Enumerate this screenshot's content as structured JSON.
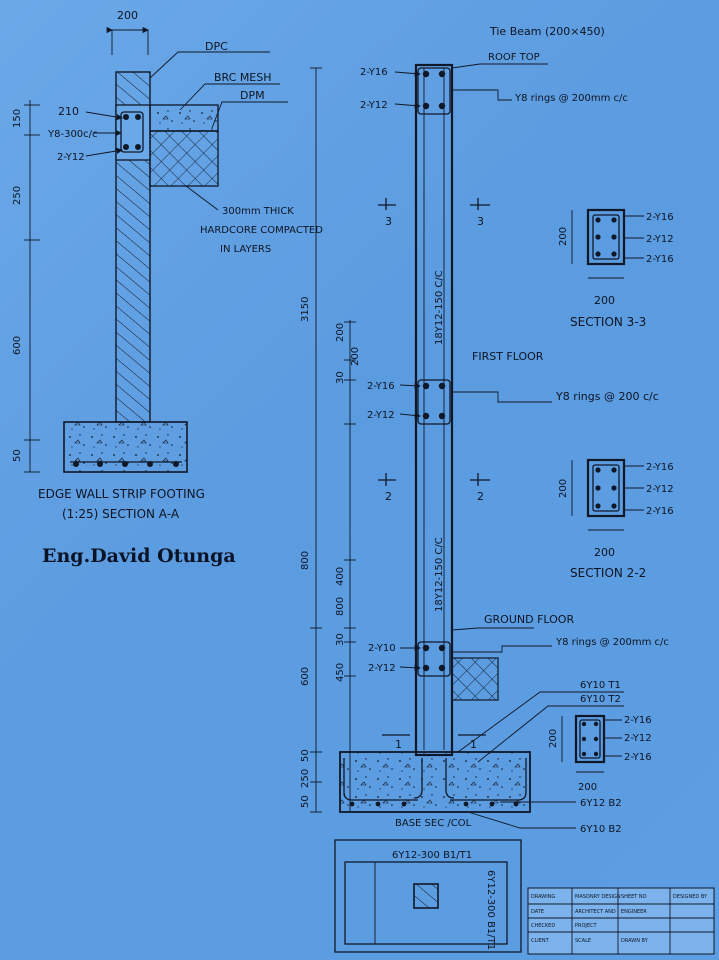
{
  "author": "Eng.David Otunga",
  "wall": {
    "dim_top_width": "200",
    "dpc": "DPC",
    "brc_mesh": "BRC MESH",
    "dpm": "DPM",
    "label_210": "210",
    "rings": "Y8-300c/c",
    "bars": "2-Y12",
    "hardcore_1": "300mm THICK",
    "hardcore_2": "HARDCORE COMPACTED",
    "hardcore_3": "IN LAYERS",
    "dims": [
      "150",
      "250",
      "600",
      "50"
    ],
    "title_1": "EDGE WALL STRIP FOOTING",
    "title_2": "(1:25) SECTION A-A"
  },
  "column": {
    "tie_beam": "Tie Beam (200×450)",
    "roof_top": "ROOF TOP",
    "roof_bar_top": "2-Y16",
    "roof_bar_bot": "2-Y12",
    "roof_rings": "Y8 rings @ 200mm c/c",
    "first_floor": "FIRST FLOOR",
    "ff_bar_top": "2-Y16",
    "ff_bar_bot": "2-Y12",
    "ff_rings": "Y8 rings @ 200 c/c",
    "ground_floor": "GROUND FLOOR",
    "gf_bar_top": "2-Y10",
    "gf_bar_bot": "2-Y12",
    "gf_rings": "Y8 rings @ 200mm c/c",
    "upper_bars": "18Y12-150 C/C",
    "lower_bars": "18Y12-150 C/C",
    "cut_3": "3",
    "cut_2": "2",
    "cut_1": "1",
    "top_6y10_t1": "6Y10 T1",
    "top_6y10_t2": "6Y10 T2",
    "bot_6y12_b2": "6Y12 B2",
    "bot_6y10_b2": "6Y10 B2",
    "base_label": "BASE SEC /COL",
    "left_dims": [
      "3150",
      "800",
      "600",
      "50",
      "50"
    ],
    "inner_dims": [
      "200",
      "30",
      "200",
      "400",
      "800",
      "30",
      "450",
      "250"
    ]
  },
  "sections": [
    {
      "title": "SECTION 3-3",
      "width": "200",
      "height": "200",
      "bars": [
        "2-Y16",
        "2-Y12",
        "2-Y16"
      ]
    },
    {
      "title": "SECTION 2-2",
      "width": "200",
      "height": "200",
      "bars": [
        "2-Y16",
        "2-Y12",
        "2-Y16"
      ]
    },
    {
      "title": "",
      "width": "200",
      "height": "200",
      "bars": [
        "2-Y16",
        "2-Y12",
        "2-Y16"
      ]
    }
  ],
  "plan": {
    "top_label": "6Y12-300 B1/T1",
    "side_label": "6Y12-300 B1/T1"
  },
  "title_block": {
    "cells": [
      "DRAWING",
      "MASONRY DESIGN",
      "SHEET NO",
      "DESIGNED BY",
      "DATE",
      "ARCHITECT AND",
      "ENGINEER",
      "CHECKED",
      "PROJECT",
      "CLIENT",
      "SCALE",
      "DRAWN BY"
    ]
  },
  "colors": {
    "paper": "#5f9fe0",
    "ink": "#101828"
  }
}
